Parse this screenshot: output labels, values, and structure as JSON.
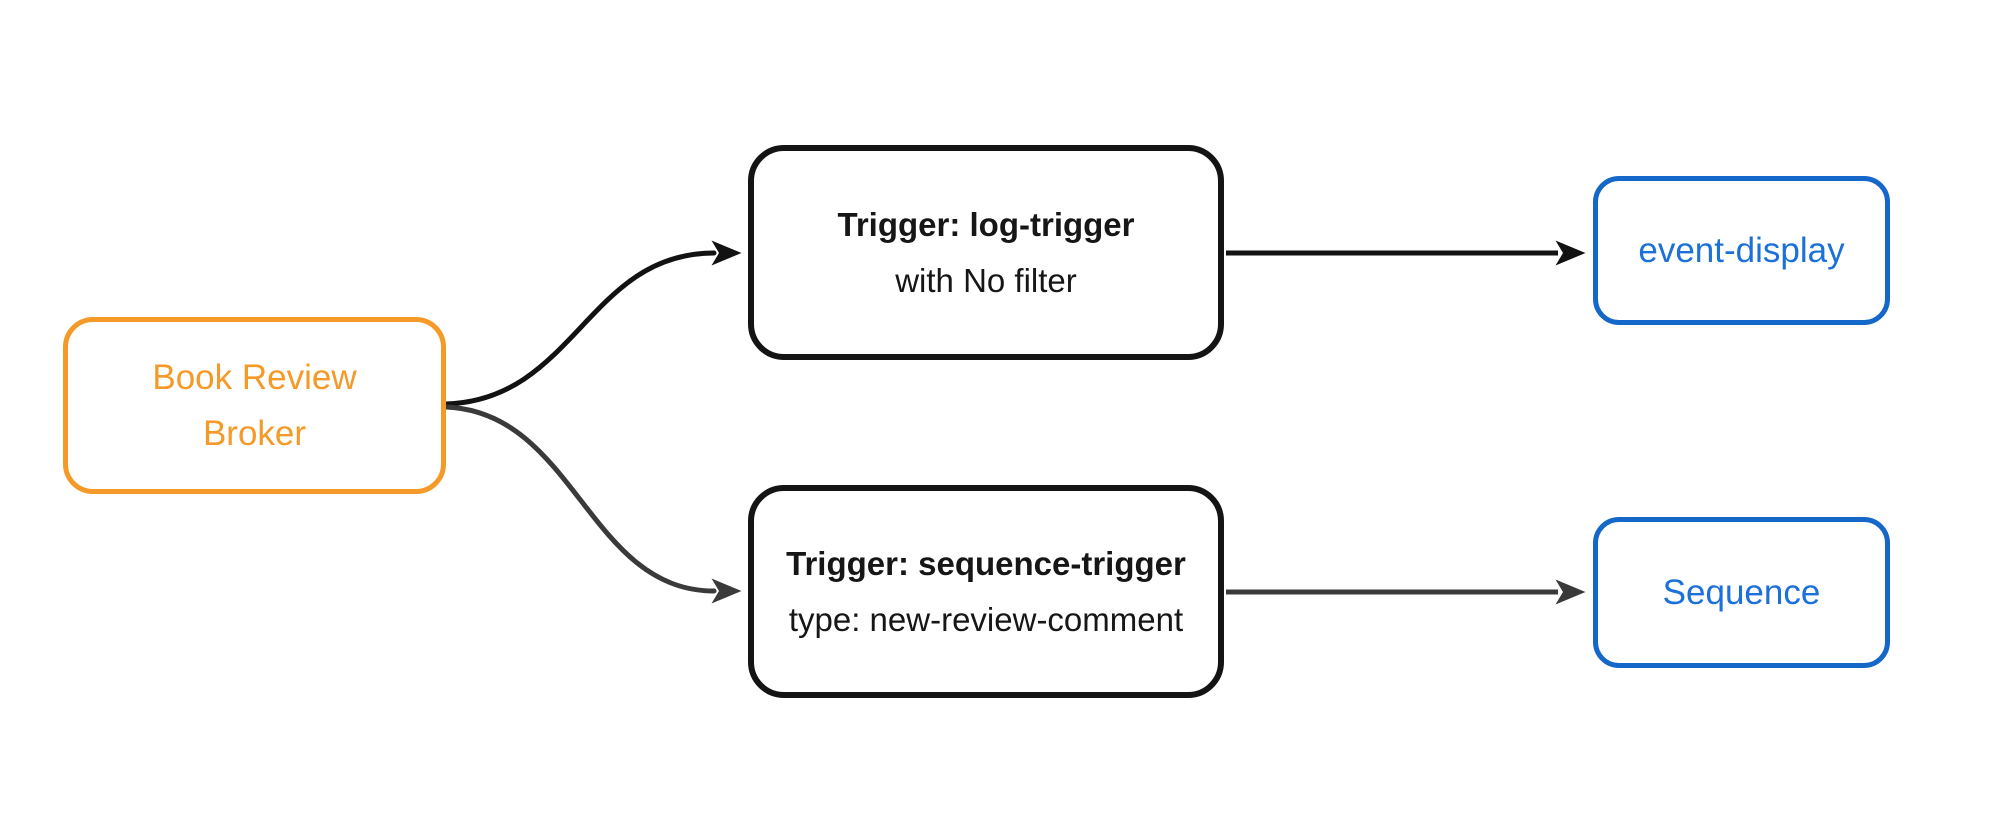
{
  "canvas": {
    "background": "#ffffff"
  },
  "colors": {
    "broker_border": "#F59A28",
    "broker_text": "#F59A28",
    "trigger_border": "#141414",
    "trigger_text": "#161616",
    "sink_border": "#1568C9",
    "sink_text": "#1B70D9",
    "edge_top": "#121212",
    "edge_bottom": "#3A3A3A",
    "node_fill": "#ffffff"
  },
  "nodes": {
    "broker": {
      "label": "Book Review Broker",
      "lines": [
        "Book Review",
        "Broker"
      ]
    },
    "log_trigger": {
      "title": "Trigger: log-trigger",
      "subtitle": "with No filter"
    },
    "sequence_trigger": {
      "title": "Trigger: sequence-trigger",
      "subtitle": "type: new-review-comment"
    },
    "event_display": {
      "label": "event-display"
    },
    "sequence": {
      "label": "Sequence"
    }
  }
}
